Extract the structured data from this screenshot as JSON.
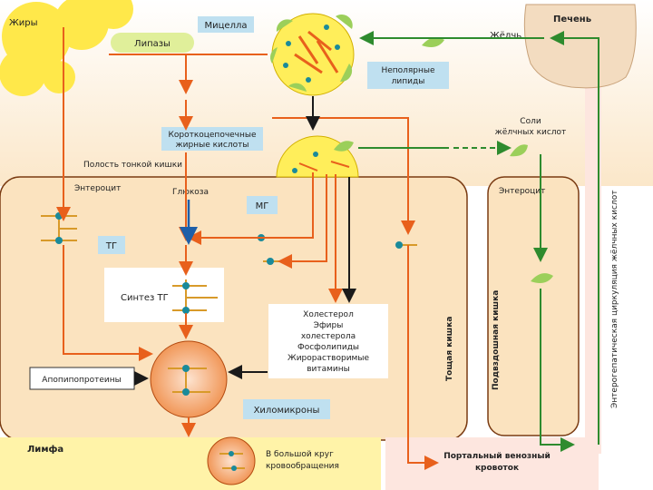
{
  "labels": {
    "fats": "Жиры",
    "lipases": "Липазы",
    "micelle": "Мицелла",
    "bile": "Жёлчь",
    "liver": "Печень",
    "nonpolar_lipids": [
      "Неполярные",
      "липиды"
    ],
    "short_fatty_acids": [
      "Короткоцепочечные",
      "жирные кислоты"
    ],
    "bile_salts": [
      "Соли",
      "жёлчных кислот"
    ],
    "small_intestine_lumen": "Полость тонкой кишки",
    "enterocyte_left": "Энтероцит",
    "enterocyte_right": "Энтероцит",
    "glucose": "Глюкоза",
    "mg": "МГ",
    "tg": "ТГ",
    "tg_synthesis": "Синтез ТГ",
    "lipids_list": [
      "Холестерол",
      "Эфиры",
      "холестерола",
      "Фосфолипиды",
      "Жирорастворимые",
      "витамины"
    ],
    "apolipoproteins": "Апопипопротеины",
    "chylomicrons": "Хиломикроны",
    "lymph": "Лимфа",
    "systemic_circulation": [
      "В большой круг",
      "кровообращения"
    ],
    "portal_vein": [
      "Портальный венозный",
      "кровоток"
    ],
    "jejunum": "Тощая кишка",
    "ileum": "Подвздошная кишка",
    "enterohepatic": "Энтерогепатическая циркуляция жёлчных кислот"
  },
  "colors": {
    "fat_yellow": "#ffe84a",
    "box_blue": "#bfe0f0",
    "orange_arrow": "#e8601c",
    "green_arrow": "#2e8b2e",
    "dark_arrow": "#1a1a1a",
    "blue_arrow": "#1f5fa8",
    "liver": "#f3dcc0",
    "enterocyte": "#fbe3bf",
    "lymph": "#fff3a8",
    "chylomicron": "#f5a066"
  }
}
